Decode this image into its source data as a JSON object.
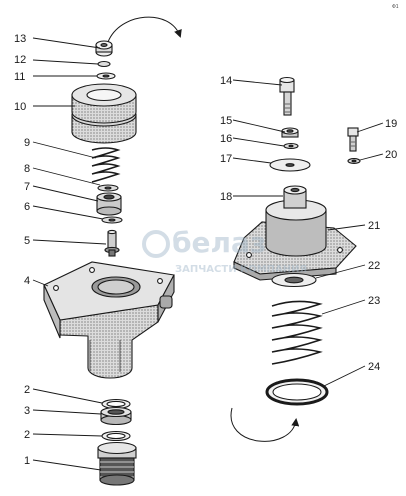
{
  "corner_mark": "Ф1",
  "watermark": {
    "main": "белаз",
    "sub": "ЗАПЧАСТИ КОМПАНИЯ"
  },
  "callouts": [
    "13",
    "12",
    "11",
    "10",
    "9",
    "8",
    "7",
    "6",
    "5",
    "4",
    "2",
    "3",
    "2",
    "1",
    "14",
    "15",
    "16",
    "17",
    "18",
    "19",
    "20",
    "21",
    "22",
    "23",
    "24"
  ],
  "colors": {
    "ink": "#1a1a1a",
    "fill": "#e9e9e9",
    "shade": "#9c9c9c",
    "dark": "#4a4a4a",
    "watermark": "#9fb6c8"
  }
}
